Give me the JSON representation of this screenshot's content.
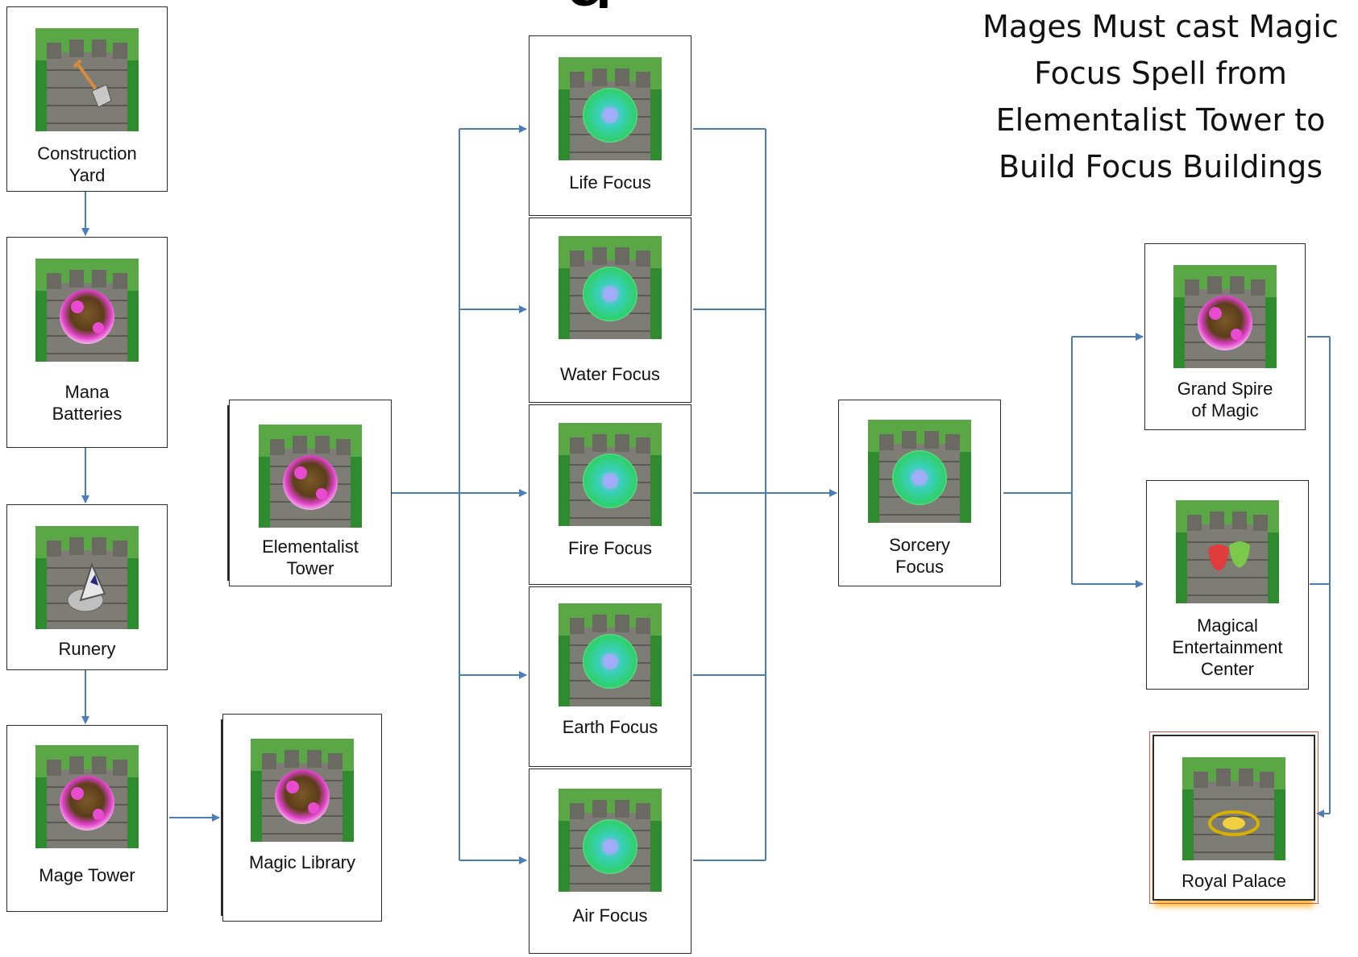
{
  "title_fragment": "g",
  "note": "Mages Must cast Magic Focus Spell from Elementalist Tower to Build Focus Buildings",
  "colors": {
    "arrow": "#4a7ebb",
    "border": "#2b2b2b",
    "grass": "#2e8b2e",
    "stone": "#7d7d75"
  },
  "nodes": {
    "construction_yard": {
      "label": "Construction\nYard",
      "icon": "shovel-icon"
    },
    "mana_batteries": {
      "label": "Mana\nBatteries",
      "icon": "pink-orb-icon"
    },
    "runery": {
      "label": "Runery",
      "icon": "rune-stone-icon"
    },
    "mage_tower": {
      "label": "Mage Tower",
      "icon": "pink-orb-icon"
    },
    "magic_library": {
      "label": "Magic Library",
      "icon": "pink-orb-icon"
    },
    "elementalist_tower": {
      "label": "Elementalist\nTower",
      "icon": "pink-orb-icon"
    },
    "life_focus": {
      "label": "Life Focus",
      "icon": "green-orb-icon"
    },
    "water_focus": {
      "label": "Water Focus",
      "icon": "green-orb-icon"
    },
    "fire_focus": {
      "label": "Fire Focus",
      "icon": "green-orb-icon"
    },
    "earth_focus": {
      "label": "Earth Focus",
      "icon": "green-orb-icon"
    },
    "air_focus": {
      "label": "Air Focus",
      "icon": "green-orb-icon"
    },
    "sorcery_focus": {
      "label": "Sorcery\nFocus",
      "icon": "green-orb-icon"
    },
    "grand_spire": {
      "label": "Grand Spire\nof Magic",
      "icon": "pink-orb-icon"
    },
    "magical_entertainment": {
      "label": "Magical\nEntertainment\nCenter",
      "icon": "theater-masks-icon"
    },
    "royal_palace": {
      "label": "Royal Palace",
      "icon": "crown-orb-icon"
    }
  },
  "edges": [
    [
      "construction_yard",
      "mana_batteries"
    ],
    [
      "mana_batteries",
      "runery"
    ],
    [
      "runery",
      "mage_tower"
    ],
    [
      "mage_tower",
      "magic_library"
    ],
    [
      "elementalist_tower",
      "life_focus"
    ],
    [
      "elementalist_tower",
      "water_focus"
    ],
    [
      "elementalist_tower",
      "fire_focus"
    ],
    [
      "elementalist_tower",
      "earth_focus"
    ],
    [
      "elementalist_tower",
      "air_focus"
    ],
    [
      "life_focus",
      "sorcery_focus"
    ],
    [
      "water_focus",
      "sorcery_focus"
    ],
    [
      "fire_focus",
      "sorcery_focus"
    ],
    [
      "earth_focus",
      "sorcery_focus"
    ],
    [
      "air_focus",
      "sorcery_focus"
    ],
    [
      "sorcery_focus",
      "grand_spire"
    ],
    [
      "sorcery_focus",
      "magical_entertainment"
    ],
    [
      "grand_spire",
      "royal_palace"
    ],
    [
      "magical_entertainment",
      "royal_palace"
    ]
  ]
}
